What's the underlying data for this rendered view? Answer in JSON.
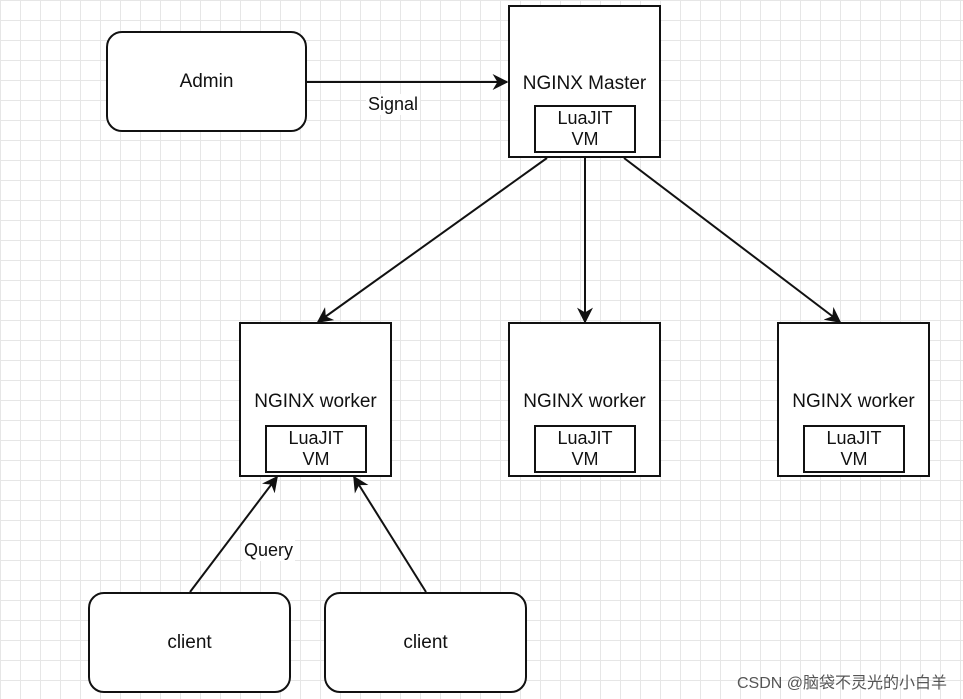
{
  "diagram": {
    "admin": {
      "label": "Admin"
    },
    "master": {
      "title": "NGINX Master",
      "vm_line1": "LuaJIT",
      "vm_line2": "VM"
    },
    "workers": [
      {
        "title": "NGINX worker",
        "vm_line1": "LuaJIT",
        "vm_line2": "VM"
      },
      {
        "title": "NGINX worker",
        "vm_line1": "LuaJIT",
        "vm_line2": "VM"
      },
      {
        "title": "NGINX worker",
        "vm_line1": "LuaJIT",
        "vm_line2": "VM"
      }
    ],
    "clients": [
      {
        "label": "client"
      },
      {
        "label": "client"
      }
    ],
    "edges": {
      "signal": "Signal",
      "query": "Query"
    }
  },
  "watermark": "CSDN @脑袋不灵光的小白羊"
}
